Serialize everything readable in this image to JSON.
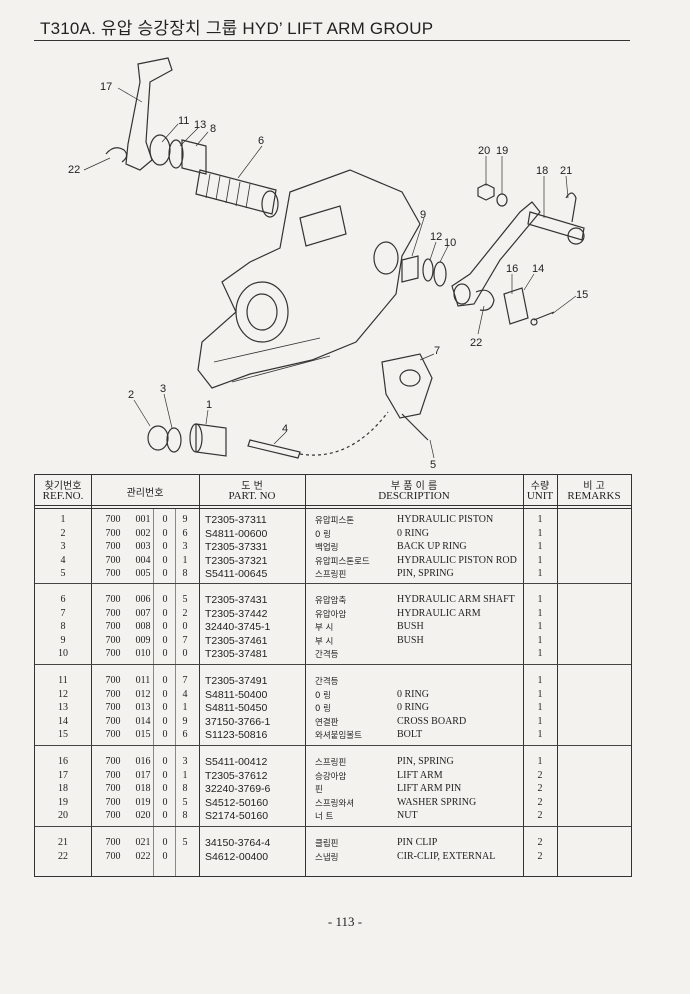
{
  "page": {
    "title": "T310A. 유압 승강장치 그룹 HYD’ LIFT ARM GROUP",
    "page_number": "- 113 -"
  },
  "diagram": {
    "callouts": [
      "17",
      "11",
      "13",
      "8",
      "6",
      "22",
      "20",
      "19",
      "18",
      "21",
      "9",
      "12",
      "10",
      "16",
      "14",
      "15",
      "22",
      "7",
      "2",
      "3",
      "1",
      "4",
      "5"
    ]
  },
  "table": {
    "headers": {
      "ref_kr": "찾기번호",
      "ref_en": "REF.NO.",
      "mgmt_kr": "관리번호",
      "part_kr": "도 번",
      "part_en": "PART. NO",
      "desc_kr": "부 품 이 름",
      "desc_en": "DESCRIPTION",
      "unit_kr": "수량",
      "unit_en": "UNIT",
      "remarks_kr": "비 고",
      "remarks_en": "REMARKS"
    },
    "rows": [
      {
        "ref": "1",
        "c1": "700",
        "c2": "001",
        "c3": "0",
        "c4": "9",
        "part": "T2305-37311",
        "kr": "유압피스톤",
        "desc": "HYDRAULIC PISTON",
        "unit": "1"
      },
      {
        "ref": "2",
        "c1": "700",
        "c2": "002",
        "c3": "0",
        "c4": "6",
        "part": "S4811-00600",
        "kr": "0 링",
        "desc": "0 RING",
        "unit": "1"
      },
      {
        "ref": "3",
        "c1": "700",
        "c2": "003",
        "c3": "0",
        "c4": "3",
        "part": "T2305-37331",
        "kr": "백업링",
        "desc": "BACK UP RING",
        "unit": "1"
      },
      {
        "ref": "4",
        "c1": "700",
        "c2": "004",
        "c3": "0",
        "c4": "1",
        "part": "T2305-37321",
        "kr": "유압피스톤로드",
        "desc": "HYDRAULIC PISTON ROD",
        "unit": "1"
      },
      {
        "ref": "5",
        "c1": "700",
        "c2": "005",
        "c3": "0",
        "c4": "8",
        "part": "S5411-00645",
        "kr": "스프링핀",
        "desc": "PIN, SPRING",
        "unit": "1"
      },
      {
        "ref": "6",
        "c1": "700",
        "c2": "006",
        "c3": "0",
        "c4": "5",
        "part": "T2305-37431",
        "kr": "유압암축",
        "desc": "HYDRAULIC ARM SHAFT",
        "unit": "1"
      },
      {
        "ref": "7",
        "c1": "700",
        "c2": "007",
        "c3": "0",
        "c4": "2",
        "part": "T2305-37442",
        "kr": "유압아암",
        "desc": "HYDRAULIC ARM",
        "unit": "1"
      },
      {
        "ref": "8",
        "c1": "700",
        "c2": "008",
        "c3": "0",
        "c4": "0",
        "part": "32440-3745-1",
        "kr": "부 시",
        "desc": "BUSH",
        "unit": "1"
      },
      {
        "ref": "9",
        "c1": "700",
        "c2": "009",
        "c3": "0",
        "c4": "7",
        "part": "T2305-37461",
        "kr": "부 시",
        "desc": "BUSH",
        "unit": "1"
      },
      {
        "ref": "10",
        "c1": "700",
        "c2": "010",
        "c3": "0",
        "c4": "0",
        "part": "T2305-37481",
        "kr": "간격등",
        "desc": "",
        "unit": "1"
      },
      {
        "ref": "11",
        "c1": "700",
        "c2": "011",
        "c3": "0",
        "c4": "7",
        "part": "T2305-37491",
        "kr": "간격등",
        "desc": "",
        "unit": "1"
      },
      {
        "ref": "12",
        "c1": "700",
        "c2": "012",
        "c3": "0",
        "c4": "4",
        "part": "S4811-50400",
        "kr": "0 링",
        "desc": "0 RING",
        "unit": "1"
      },
      {
        "ref": "13",
        "c1": "700",
        "c2": "013",
        "c3": "0",
        "c4": "1",
        "part": "S4811-50450",
        "kr": "0 링",
        "desc": "0 RING",
        "unit": "1"
      },
      {
        "ref": "14",
        "c1": "700",
        "c2": "014",
        "c3": "0",
        "c4": "9",
        "part": "37150-3766-1",
        "kr": "연결판",
        "desc": "CROSS BOARD",
        "unit": "1"
      },
      {
        "ref": "15",
        "c1": "700",
        "c2": "015",
        "c3": "0",
        "c4": "6",
        "part": "S1123-50816",
        "kr": "와셔붙임볼트",
        "desc": "BOLT",
        "unit": "1"
      },
      {
        "ref": "16",
        "c1": "700",
        "c2": "016",
        "c3": "0",
        "c4": "3",
        "part": "S5411-00412",
        "kr": "스프링핀",
        "desc": "PIN, SPRING",
        "unit": "1"
      },
      {
        "ref": "17",
        "c1": "700",
        "c2": "017",
        "c3": "0",
        "c4": "1",
        "part": "T2305-37612",
        "kr": "승강아암",
        "desc": "LIFT ARM",
        "unit": "2"
      },
      {
        "ref": "18",
        "c1": "700",
        "c2": "018",
        "c3": "0",
        "c4": "8",
        "part": "32240-3769-6",
        "kr": "핀",
        "desc": "LIFT ARM PIN",
        "unit": "2"
      },
      {
        "ref": "19",
        "c1": "700",
        "c2": "019",
        "c3": "0",
        "c4": "5",
        "part": "S4512-50160",
        "kr": "스프링와셔",
        "desc": "WASHER SPRING",
        "unit": "2"
      },
      {
        "ref": "20",
        "c1": "700",
        "c2": "020",
        "c3": "0",
        "c4": "8",
        "part": "S2174-50160",
        "kr": "너 트",
        "desc": "NUT",
        "unit": "2"
      },
      {
        "ref": "21",
        "c1": "700",
        "c2": "021",
        "c3": "0",
        "c4": "5",
        "part": "34150-3764-4",
        "kr": "클립핀",
        "desc": "PIN CLIP",
        "unit": "2"
      },
      {
        "ref": "22",
        "c1": "700",
        "c2": "022",
        "c3": "0",
        "c4": "",
        "part": "S4612-00400",
        "kr": "스냅링",
        "desc": "CIR-CLIP, EXTERNAL",
        "unit": "2"
      }
    ]
  }
}
